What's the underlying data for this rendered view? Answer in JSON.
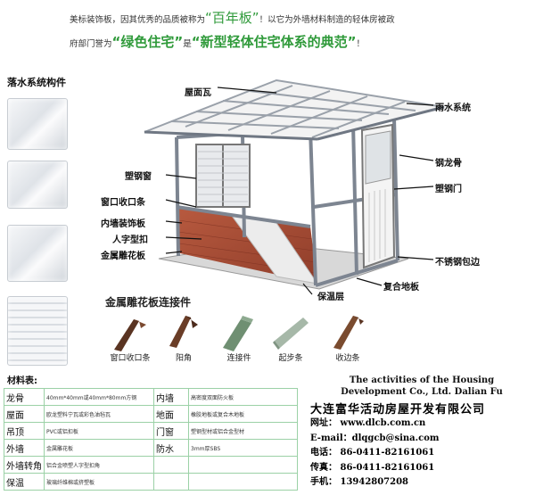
{
  "intro": {
    "line1_a": "美标装饰板，因其优秀的品质被称为",
    "line1_hl": "“百年板”",
    "line1_b": "！以它为外墙材料制造的轻体房被政",
    "line2_a": "府部门誉为",
    "line2_hl1": "“绿色住宅”",
    "line2_mid": "是",
    "line2_hl2": "“新型轻体住宅体系的典范”",
    "line2_end": "！"
  },
  "gutter": {
    "title": "落水系统构件"
  },
  "house_labels": {
    "roof_tile": "屋面瓦",
    "rain_system": "雨水系统",
    "plastic_window": "塑钢窗",
    "steel_keel": "钢龙骨",
    "plastic_door": "塑钢门",
    "window_trim": "窗口收口条",
    "inner_panel": "内墙装饰板",
    "h_clip": "人字型扣",
    "metal_panel": "金属雕花板",
    "stainless_edge": "不锈钢包边",
    "composite_floor": "复合地板",
    "insulation": "保温层"
  },
  "connectors": {
    "title": "金属雕花板连接件",
    "items": [
      "窗口收口条",
      "阳角",
      "连接件",
      "起步条",
      "收边条"
    ]
  },
  "materials": {
    "title": "材料表:",
    "rows": [
      {
        "k1": "龙骨",
        "v1": "40mm*40mm或40mm*80mm方钢",
        "k2": "内墙",
        "v2": "高密度双面防火板"
      },
      {
        "k1": "屋面",
        "v1": "欧龙塑料宁瓦或彩色油毡瓦",
        "k2": "地面",
        "v2": "橡胶地板或复合木地板"
      },
      {
        "k1": "吊顶",
        "v1": "PVC或铝扣板",
        "k2": "门窗",
        "v2": "塑钢型材或铝合金型材"
      },
      {
        "k1": "外墙",
        "v1": "金属雕花板",
        "k2": "防水",
        "v2": "3mm厚SBS"
      },
      {
        "k1": "外墙转角",
        "v1": "铝合金喷塑人字型扣角",
        "k2": "",
        "v2": ""
      },
      {
        "k1": "保温",
        "v1": "玻璃纤维棉或挤塑板",
        "k2": "",
        "v2": ""
      }
    ]
  },
  "company": {
    "en_line1": "The activities of the Housing",
    "en_line2": "Development Co., Ltd. Dalian Fu",
    "cn_name": "大连富华活动房屋开发有限公司",
    "website": "网址：  www.dlcb.com.cn",
    "email": "E-mail：dlqgcb@sina.com",
    "phone": "电话：   86-0411-82161061",
    "fax": "传真：   86-0411-82161061",
    "mobile": "手机：   13942807208"
  },
  "colors": {
    "accent_green": "#2f9a3a",
    "table_border": "#9bd1a6",
    "wall_brick": "#b0533a",
    "connector_brown": "#5a3422",
    "connector_green": "#6f8f72"
  }
}
